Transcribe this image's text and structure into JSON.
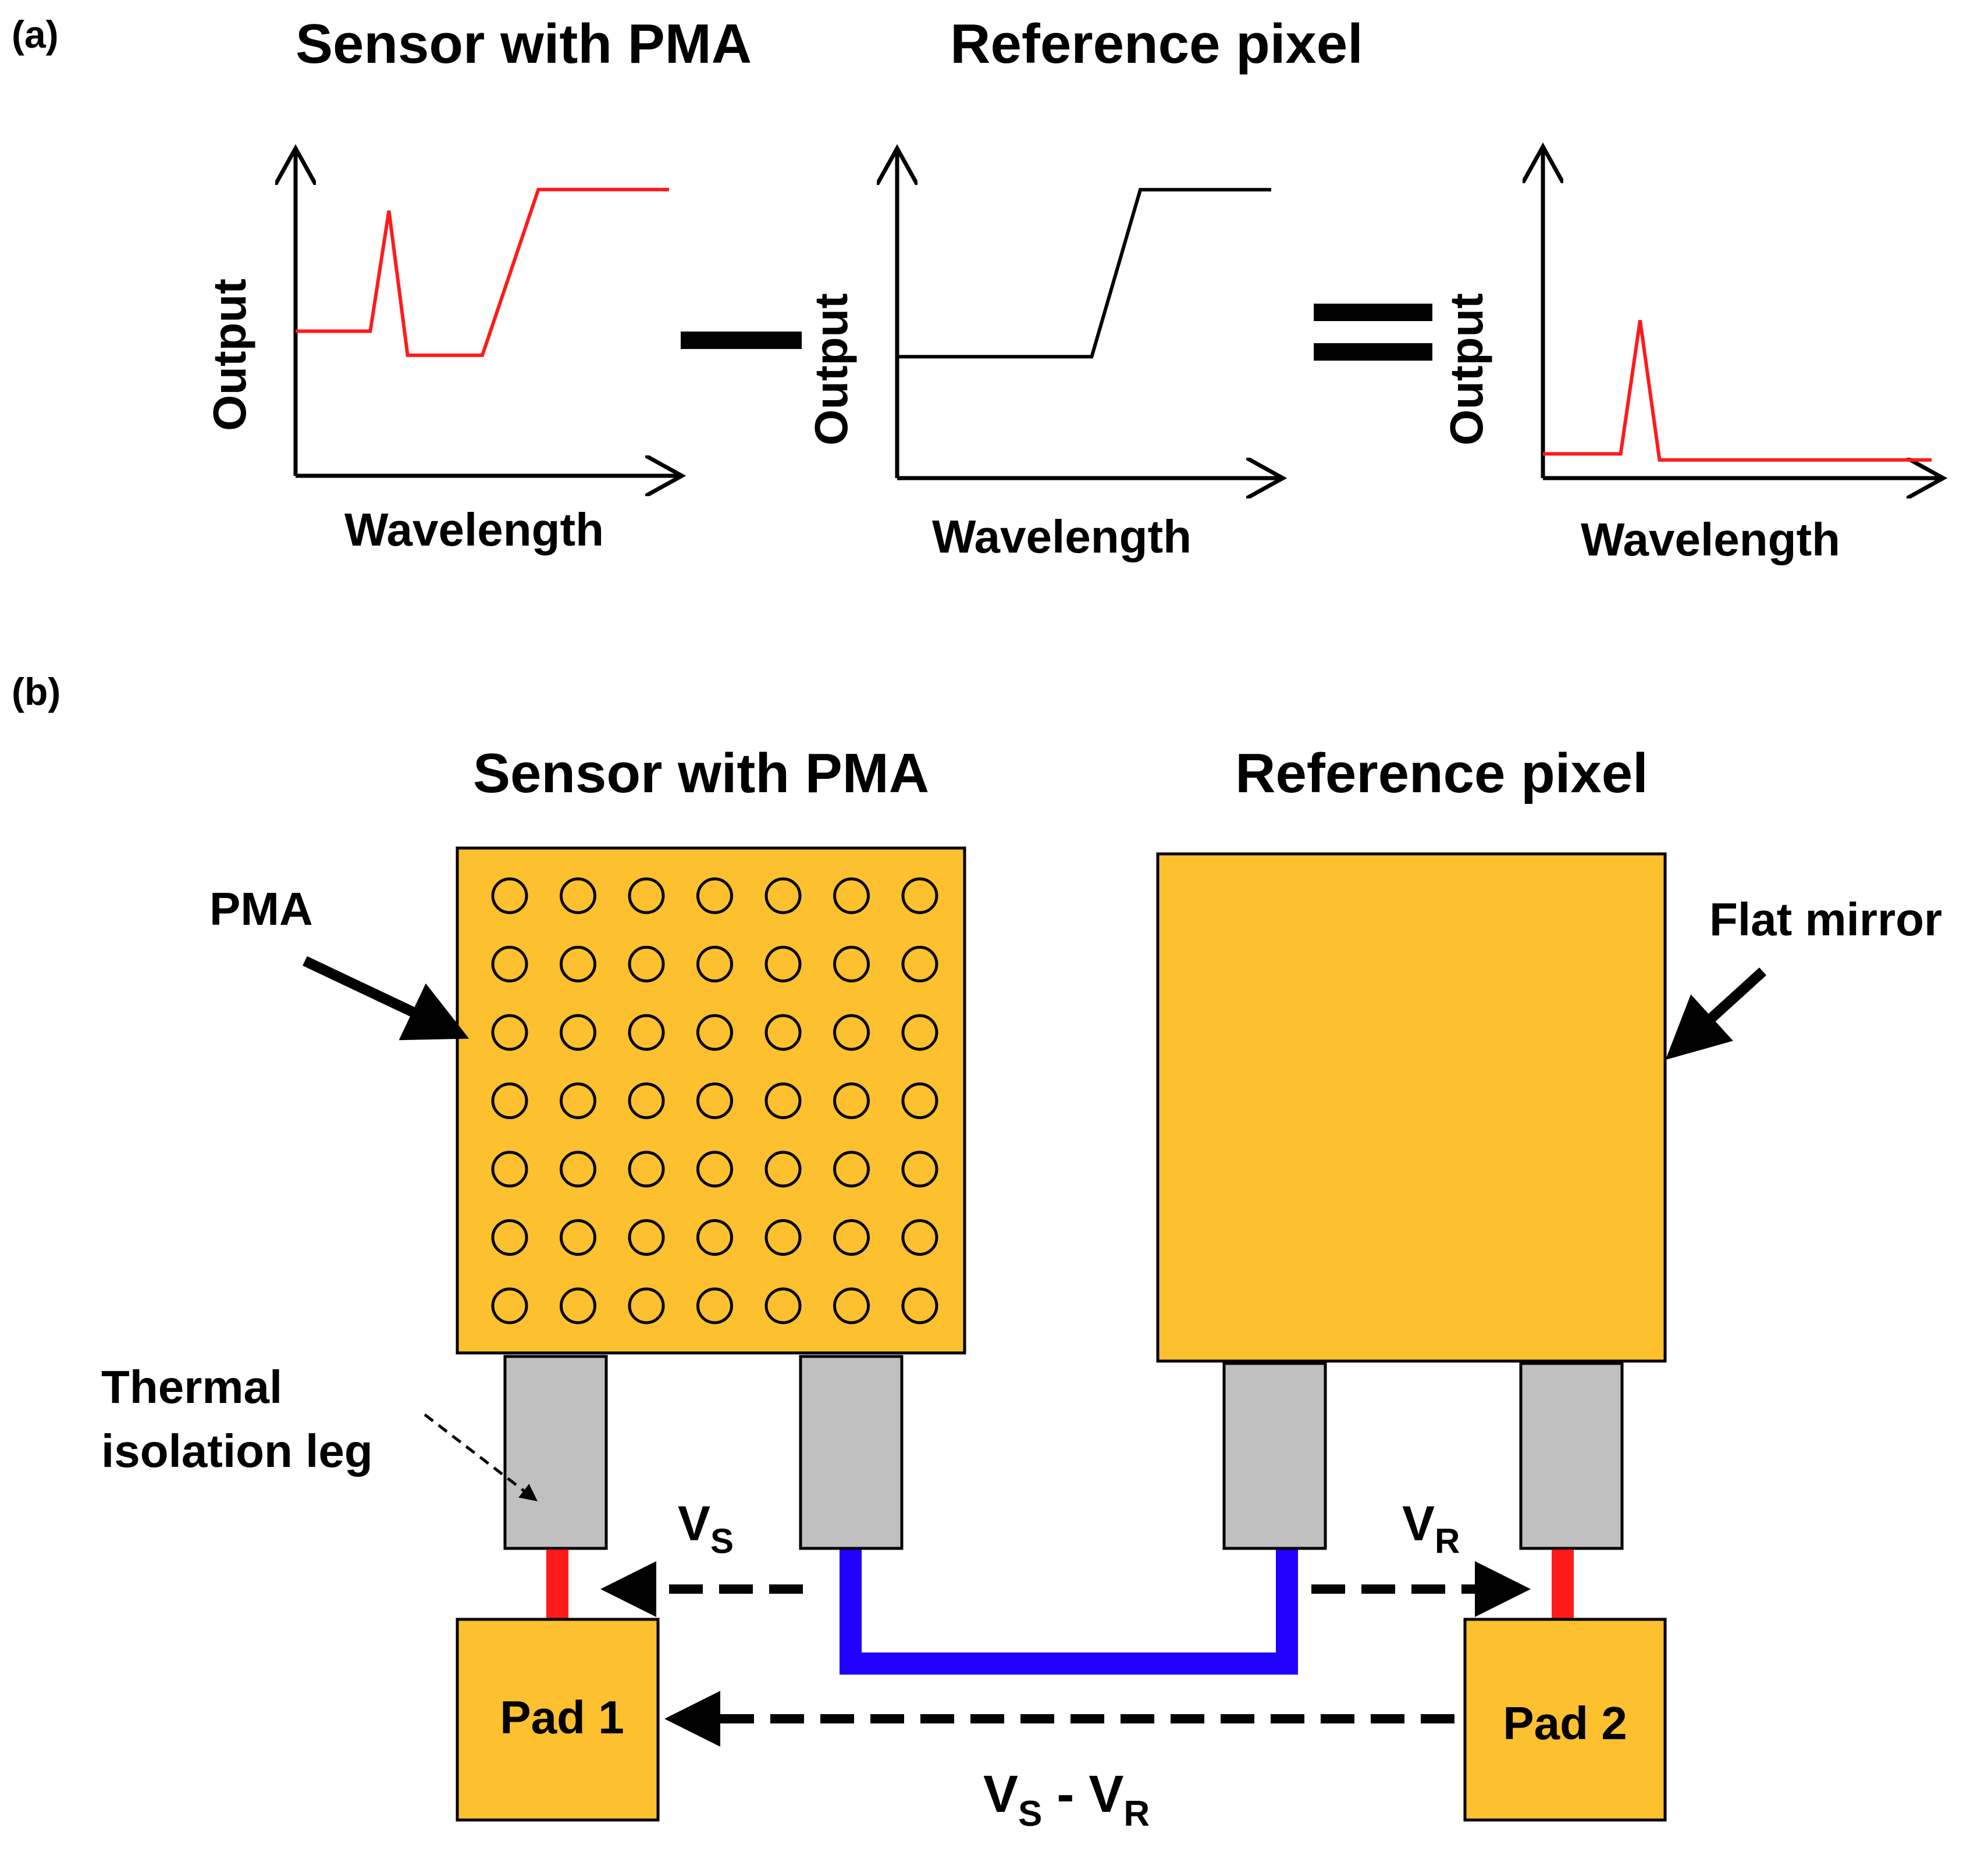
{
  "panel_a": {
    "label": "(a)",
    "title_sensor": "Sensor with PMA",
    "title_reference": "Reference pixel",
    "axis_y": "Output",
    "axis_x": "Wavelength",
    "plots": [
      {
        "name": "sensor",
        "color": "#ff1a1a",
        "points": [
          [
            0.0,
            0.48
          ],
          [
            0.2,
            0.48
          ],
          [
            0.25,
            0.88
          ],
          [
            0.3,
            0.4
          ],
          [
            0.5,
            0.4
          ],
          [
            0.65,
            0.95
          ],
          [
            1.0,
            0.95
          ]
        ]
      },
      {
        "name": "reference",
        "color": "#000000",
        "points": [
          [
            0.0,
            0.4
          ],
          [
            0.52,
            0.4
          ],
          [
            0.65,
            0.95
          ],
          [
            1.0,
            0.95
          ]
        ]
      },
      {
        "name": "difference",
        "color": "#ff1a1a",
        "points": [
          [
            0.0,
            0.08
          ],
          [
            0.2,
            0.08
          ],
          [
            0.25,
            0.52
          ],
          [
            0.3,
            0.06
          ],
          [
            1.0,
            0.06
          ]
        ]
      }
    ],
    "operator_minus": "−",
    "operator_equals": "="
  },
  "panel_b": {
    "label": "(b)",
    "title_sensor": "Sensor with PMA",
    "title_reference": "Reference pixel",
    "label_pma": "PMA",
    "label_flat_mirror": "Flat mirror",
    "label_thermal_line1": "Thermal",
    "label_thermal_line2": "isolation leg",
    "pad1": "Pad 1",
    "pad2": "Pad 2",
    "vs_main": "V",
    "vs_sub": "S",
    "vr_main": "V",
    "vr_sub": "R",
    "vdiff_main1": "V",
    "vdiff_sub1": "S",
    "vdiff_mid": " - V",
    "vdiff_sub2": "R",
    "pma_grid": {
      "rows": 7,
      "cols": 7
    },
    "colors": {
      "gold": "#fdc02f",
      "leg": "#c0c0c0",
      "blue": "#2000ff",
      "red": "#ff1a1a"
    }
  }
}
